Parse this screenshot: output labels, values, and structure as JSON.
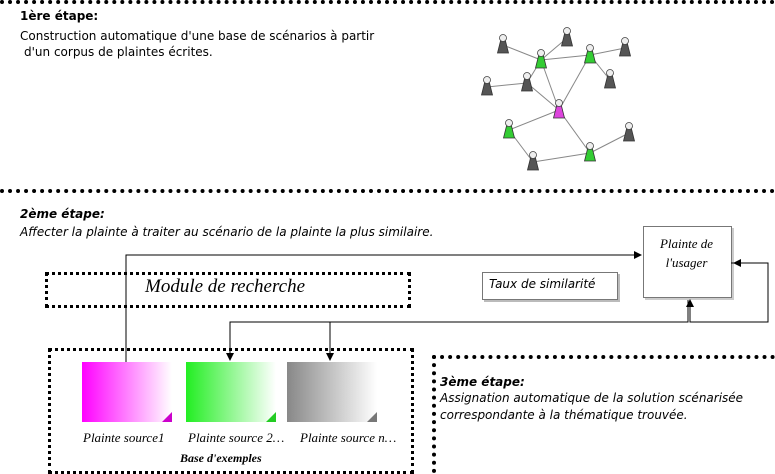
{
  "step1": {
    "title": "1ère étape:",
    "line1": "Construction automatique d'une base de scénarios à partir",
    "line2": "d'un corpus de plaintes écrites."
  },
  "step2": {
    "title": "2ème étape:",
    "text": "Affecter la plainte à traiter au scénario de la plainte la plus similaire."
  },
  "step3": {
    "title": "3ème étape:",
    "line1": "Assignation automatique de la solution scénarisée",
    "line2": "correspondante à la thématique trouvée."
  },
  "module_label": "Module de recherche",
  "user_complaint": {
    "line1": "Plainte de",
    "line2": "l'usager"
  },
  "similarity_label": "Taux de similarité",
  "sources": [
    {
      "label": "Plainte source1",
      "color": "#ff00ff"
    },
    {
      "label": "Plainte source 2…",
      "color": "#22ee22"
    },
    {
      "label": "Plainte source n…",
      "color": "#888888"
    }
  ],
  "base_label": "Base d'exemples",
  "network": {
    "colors": {
      "grey": "#555555",
      "green": "#33cc33",
      "pink": "#dd44dd"
    }
  }
}
